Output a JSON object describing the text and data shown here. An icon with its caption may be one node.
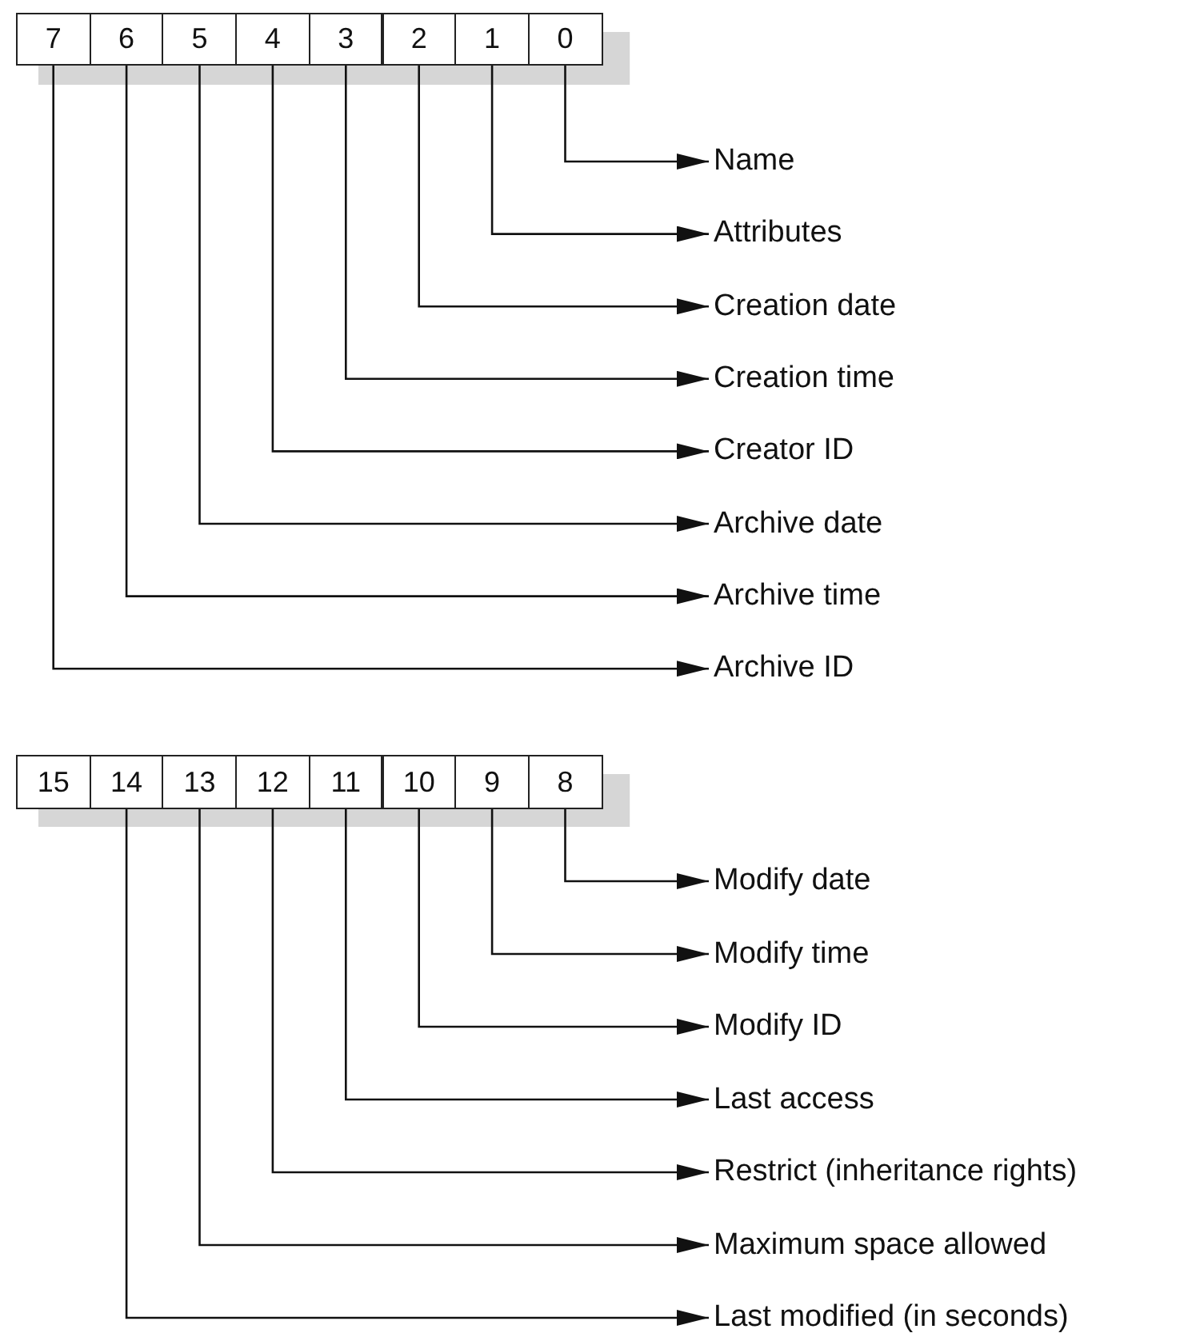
{
  "diagram": {
    "nodes": [
      {
        "text": [
          "7"
        ]
      },
      {
        "text": [
          "6"
        ]
      },
      {
        "text": [
          "5"
        ]
      },
      {
        "text": [
          "4"
        ]
      },
      {
        "text": [
          "3"
        ]
      },
      {
        "text": [
          "2"
        ]
      },
      {
        "text": [
          "1"
        ]
      },
      {
        "text": [
          "0"
        ]
      },
      {
        "text": [
          "Name"
        ]
      },
      {
        "text": [
          "Attributes"
        ]
      },
      {
        "text": [
          "Creation date"
        ]
      },
      {
        "text": [
          "Creation time"
        ]
      },
      {
        "text": [
          "Creator ID"
        ]
      },
      {
        "text": [
          "Archive date"
        ]
      },
      {
        "text": [
          "Archive time"
        ]
      },
      {
        "text": [
          "Archive ID"
        ]
      },
      {
        "text": [
          "15"
        ]
      },
      {
        "text": [
          "14"
        ]
      },
      {
        "text": [
          "13"
        ]
      },
      {
        "text": [
          "12"
        ]
      },
      {
        "text": [
          "11"
        ]
      },
      {
        "text": [
          "10"
        ]
      },
      {
        "text": [
          "9"
        ]
      },
      {
        "text": [
          "8"
        ]
      },
      {
        "text": [
          "Modify date"
        ]
      },
      {
        "text": [
          "Modify time"
        ]
      },
      {
        "text": [
          "Modify ID"
        ]
      },
      {
        "text": [
          "Last access"
        ]
      },
      {
        "text": [
          "Restrict (inheritance rights)"
        ]
      },
      {
        "text": [
          "Maximum space allowed"
        ]
      },
      {
        "text": [
          "Last modified (in seconds)"
        ]
      }
    ],
    "edges": [
      {
        "from": 7,
        "to": 8,
        "arrow": "to"
      },
      {
        "from": 6,
        "to": 9,
        "arrow": "to"
      },
      {
        "from": 5,
        "to": 10,
        "arrow": "to"
      },
      {
        "from": 4,
        "to": 11,
        "arrow": "to"
      },
      {
        "from": 3,
        "to": 12,
        "arrow": "to"
      },
      {
        "from": 2,
        "to": 13,
        "arrow": "to"
      },
      {
        "from": 1,
        "to": 14,
        "arrow": "to"
      },
      {
        "from": 0,
        "to": 15,
        "arrow": "to"
      },
      {
        "from": 23,
        "to": 24,
        "arrow": "to"
      },
      {
        "from": 22,
        "to": 25,
        "arrow": "to"
      },
      {
        "from": 21,
        "to": 26,
        "arrow": "to"
      },
      {
        "from": 20,
        "to": 27,
        "arrow": "to"
      },
      {
        "from": 19,
        "to": 28,
        "arrow": "to"
      },
      {
        "from": 18,
        "to": 29,
        "arrow": "to"
      },
      {
        "from": 17,
        "to": 30,
        "arrow": "to"
      }
    ]
  }
}
